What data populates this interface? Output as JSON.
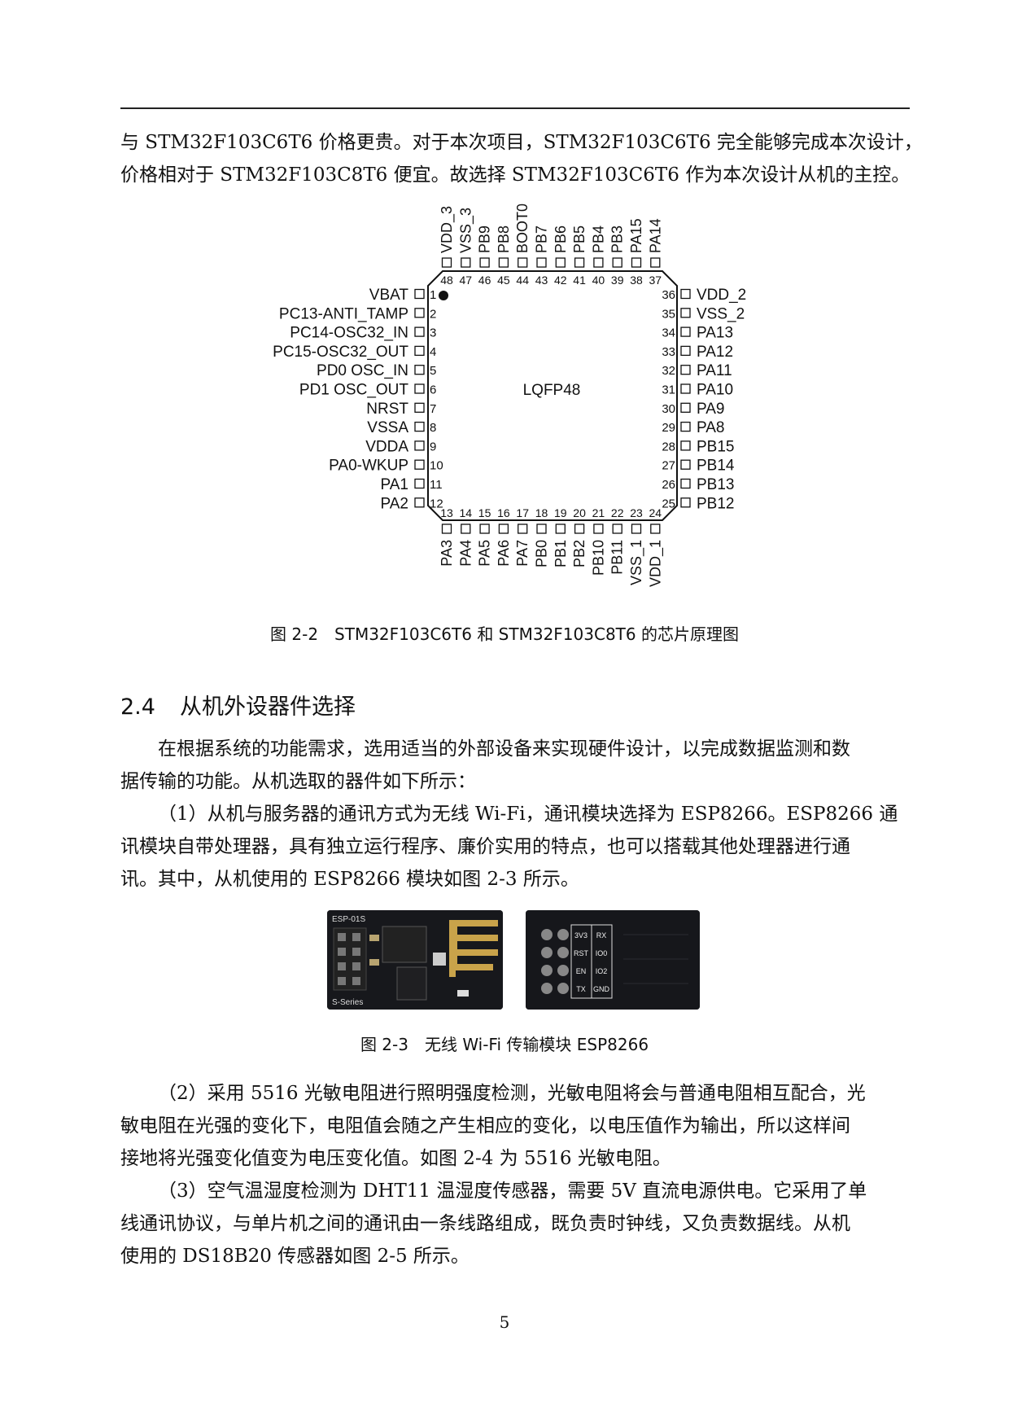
{
  "paragraphs": {
    "p1_line1": "与 STM32F103C6T6 价格更贵。对于本次项目，STM32F103C6T6 完全能够完成本次设计，",
    "p1_line2": "价格相对于 STM32F103C8T6 便宜。故选择 STM32F103C6T6 作为本次设计从机的主控。",
    "p2_line1": "在根据系统的功能需求，选用适当的外部设备来实现硬件设计，以完成数据监测和数",
    "p2_line2": "据传输的功能。从机选取的器件如下所示：",
    "p3_line1": "（1）从机与服务器的通讯方式为无线 Wi-Fi，通讯模块选择为 ESP8266。ESP8266 通",
    "p3_line2": "讯模块自带处理器，具有独立运行程序、廉价实用的特点，也可以搭载其他处理器进行通",
    "p3_line3": "讯。其中，从机使用的 ESP8266 模块如图 2-3 所示。",
    "p4_line1": "（2）采用 5516 光敏电阻进行照明强度检测，光敏电阻将会与普通电阻相互配合，光",
    "p4_line2": "敏电阻在光强的变化下，电阻值会随之产生相应的变化，以电压值作为输出，所以这样间",
    "p4_line3": "接地将光强变化值变为电压变化值。如图 2-4 为 5516 光敏电阻。",
    "p5_line1": "（3）空气温湿度检测为 DHT11 温湿度传感器，需要 5V 直流电源供电。它采用了单",
    "p5_line2": "线通讯协议，与单片机之间的通讯由一条线路组成，既负责时钟线，又负责数据线。从机",
    "p5_line3": "使用的 DS18B20 传感器如图 2-5 所示。"
  },
  "section": {
    "number": "2.4",
    "title": "从机外设器件选择"
  },
  "figure_2_2": {
    "caption": "图 2-2　STM32F103C6T6 和 STM32F103C8T6 的芯片原理图",
    "package_label": "LQFP48",
    "left_pins": [
      {
        "num": "1",
        "name": "VBAT"
      },
      {
        "num": "2",
        "name": "PC13-ANTI_TAMP"
      },
      {
        "num": "3",
        "name": "PC14-OSC32_IN"
      },
      {
        "num": "4",
        "name": "PC15-OSC32_OUT"
      },
      {
        "num": "5",
        "name": "PD0 OSC_IN"
      },
      {
        "num": "6",
        "name": "PD1 OSC_OUT"
      },
      {
        "num": "7",
        "name": "NRST"
      },
      {
        "num": "8",
        "name": "VSSA"
      },
      {
        "num": "9",
        "name": "VDDA"
      },
      {
        "num": "10",
        "name": "PA0-WKUP"
      },
      {
        "num": "11",
        "name": "PA1"
      },
      {
        "num": "12",
        "name": "PA2"
      }
    ],
    "right_pins": [
      {
        "num": "36",
        "name": "VDD_2"
      },
      {
        "num": "35",
        "name": "VSS_2"
      },
      {
        "num": "34",
        "name": "PA13"
      },
      {
        "num": "33",
        "name": "PA12"
      },
      {
        "num": "32",
        "name": "PA11"
      },
      {
        "num": "31",
        "name": "PA10"
      },
      {
        "num": "30",
        "name": "PA9"
      },
      {
        "num": "29",
        "name": "PA8"
      },
      {
        "num": "28",
        "name": "PB15"
      },
      {
        "num": "27",
        "name": "PB14"
      },
      {
        "num": "26",
        "name": "PB13"
      },
      {
        "num": "25",
        "name": "PB12"
      }
    ],
    "top_pins": [
      {
        "num": "48",
        "name": "VDD_3"
      },
      {
        "num": "47",
        "name": "VSS_3"
      },
      {
        "num": "46",
        "name": "PB9"
      },
      {
        "num": "45",
        "name": "PB8"
      },
      {
        "num": "44",
        "name": "BOOT0"
      },
      {
        "num": "43",
        "name": "PB7"
      },
      {
        "num": "42",
        "name": "PB6"
      },
      {
        "num": "41",
        "name": "PB5"
      },
      {
        "num": "40",
        "name": "PB4"
      },
      {
        "num": "39",
        "name": "PB3"
      },
      {
        "num": "38",
        "name": "PA15"
      },
      {
        "num": "37",
        "name": "PA14"
      }
    ],
    "bottom_pins": [
      {
        "num": "13",
        "name": "PA3"
      },
      {
        "num": "14",
        "name": "PA4"
      },
      {
        "num": "15",
        "name": "PA5"
      },
      {
        "num": "16",
        "name": "PA6"
      },
      {
        "num": "17",
        "name": "PA7"
      },
      {
        "num": "18",
        "name": "PB0"
      },
      {
        "num": "19",
        "name": "PB1"
      },
      {
        "num": "20",
        "name": "PB2"
      },
      {
        "num": "21",
        "name": "PB10"
      },
      {
        "num": "22",
        "name": "PB11"
      },
      {
        "num": "23",
        "name": "VSS_1"
      },
      {
        "num": "24",
        "name": "VDD_1"
      }
    ]
  },
  "figure_2_3": {
    "caption": "图 2-3　无线 Wi-Fi 传输模块 ESP8266",
    "front_silk_top": "ESP-01S",
    "front_silk_bottom": "S-Series",
    "back_labels": [
      [
        "3V3",
        "RX"
      ],
      [
        "RST",
        "IO0"
      ],
      [
        "EN",
        "IO2"
      ],
      [
        "TX",
        "GND"
      ]
    ]
  },
  "page_number": "5"
}
